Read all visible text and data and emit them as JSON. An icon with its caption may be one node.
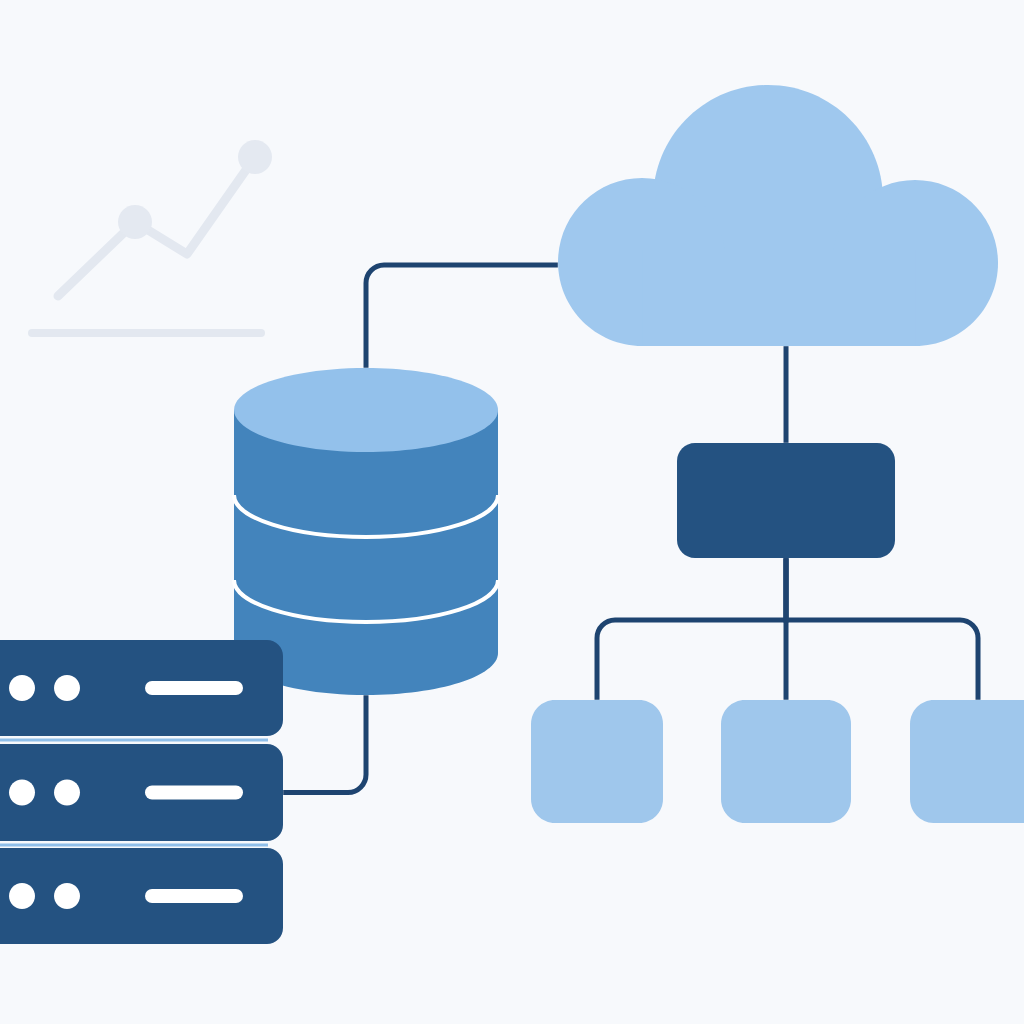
{
  "diagram": {
    "nodes": [
      {
        "text": [],
        "shape": "cloud"
      },
      {
        "text": [],
        "shape": "cylinder"
      },
      {
        "text": [],
        "shape": "box"
      },
      {
        "text": [],
        "shape": "box"
      },
      {
        "text": [],
        "shape": "box"
      },
      {
        "text": [],
        "shape": "box"
      },
      {
        "text": [],
        "shape": "server"
      },
      {
        "text": [],
        "shape": "server"
      },
      {
        "text": [],
        "shape": "server"
      }
    ],
    "edges": [
      {
        "from": 1,
        "to": 0,
        "arrow": "none"
      },
      {
        "from": 0,
        "to": 2,
        "arrow": "none"
      },
      {
        "from": 1,
        "to": 7,
        "arrow": "none"
      },
      {
        "from": 2,
        "to": 3,
        "arrow": "none"
      },
      {
        "from": 2,
        "to": 4,
        "arrow": "none"
      },
      {
        "from": 2,
        "to": 5,
        "arrow": "none"
      }
    ]
  }
}
